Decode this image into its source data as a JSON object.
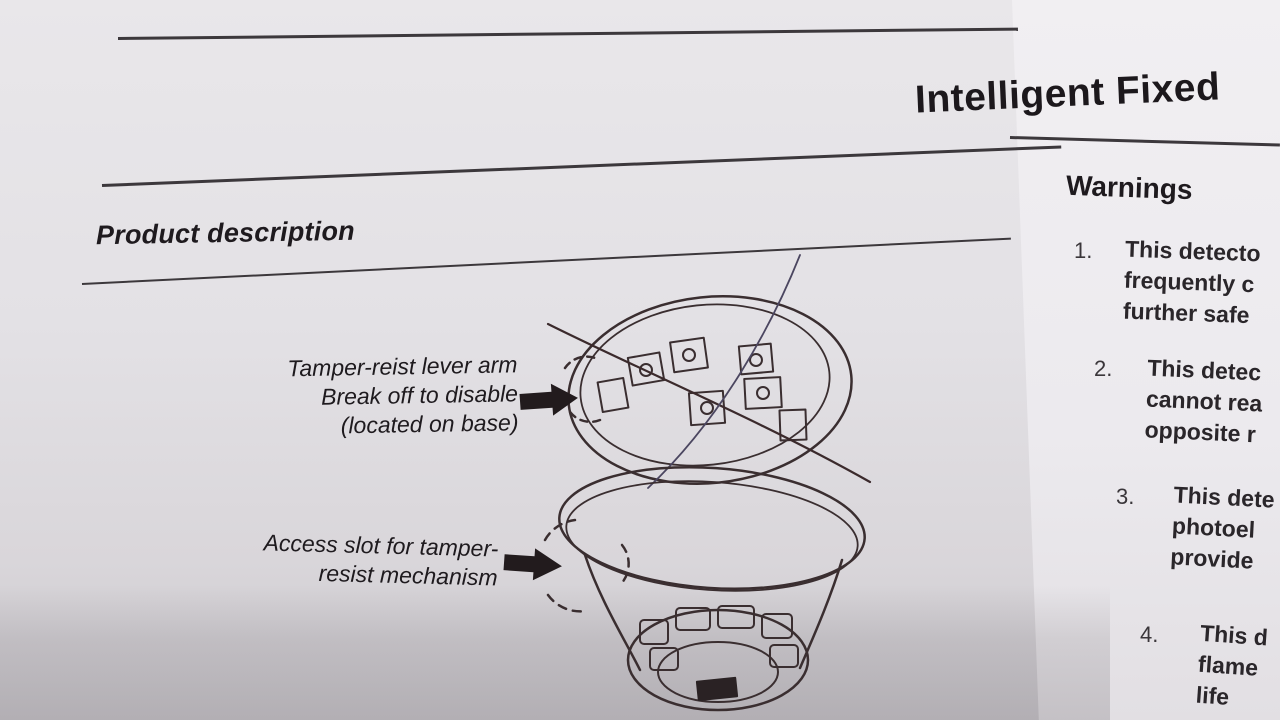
{
  "document": {
    "title": "Intelligent Fixed",
    "section_heading": "Product description",
    "warnings_heading": "Warnings",
    "callouts": {
      "lever_arm": [
        "Tamper-reist lever arm",
        "Break off to disable",
        "(located on base)"
      ],
      "access_slot": [
        "Access slot for tamper-",
        "resist mechanism"
      ]
    },
    "warnings": [
      {
        "number": "1.",
        "lines": [
          "This detecto",
          "frequently c",
          "further safe"
        ]
      },
      {
        "number": "2.",
        "lines": [
          "This detec",
          "cannot rea",
          "opposite r"
        ]
      },
      {
        "number": "3.",
        "lines": [
          "This dete",
          "photoel",
          "provide"
        ]
      },
      {
        "number": "4.",
        "lines": [
          "This d",
          "flame",
          "life"
        ]
      }
    ]
  }
}
